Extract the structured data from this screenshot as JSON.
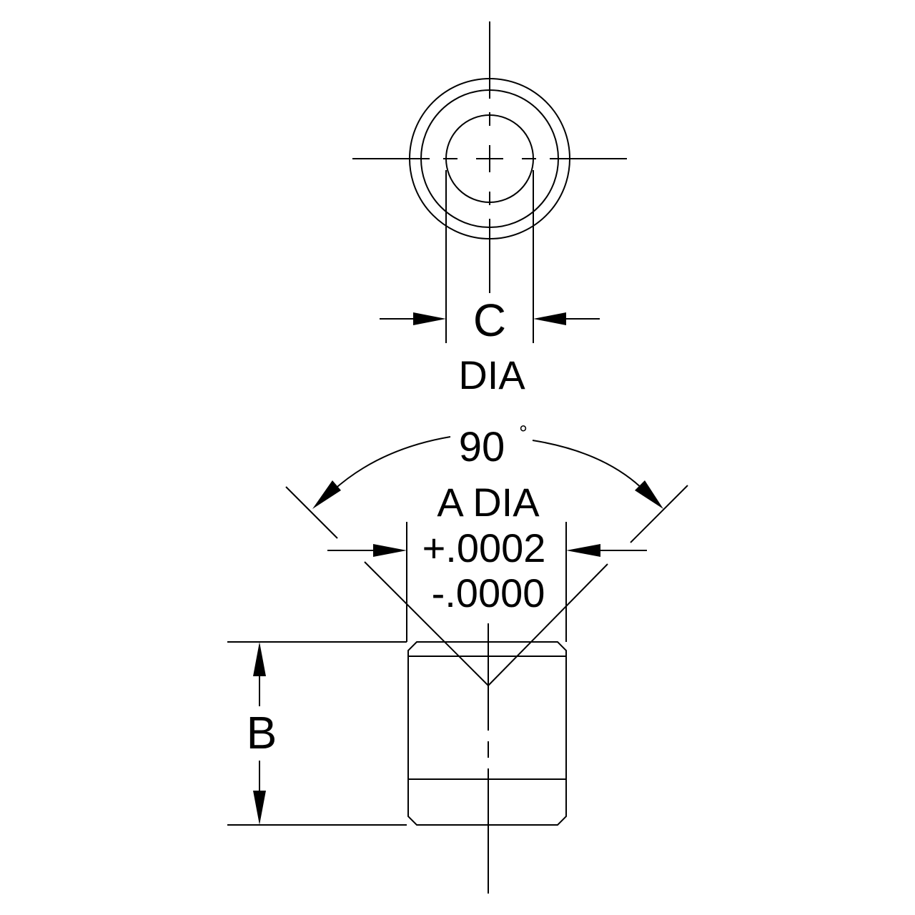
{
  "dimensions": {
    "bore": {
      "letter": "C",
      "suffix": "DIA"
    },
    "angle": {
      "value": "90",
      "unit": "°"
    },
    "outer": {
      "label": "A DIA",
      "tolerance_plus": "+.0002",
      "tolerance_minus": "-.0000"
    },
    "length": {
      "letter": "B"
    }
  }
}
